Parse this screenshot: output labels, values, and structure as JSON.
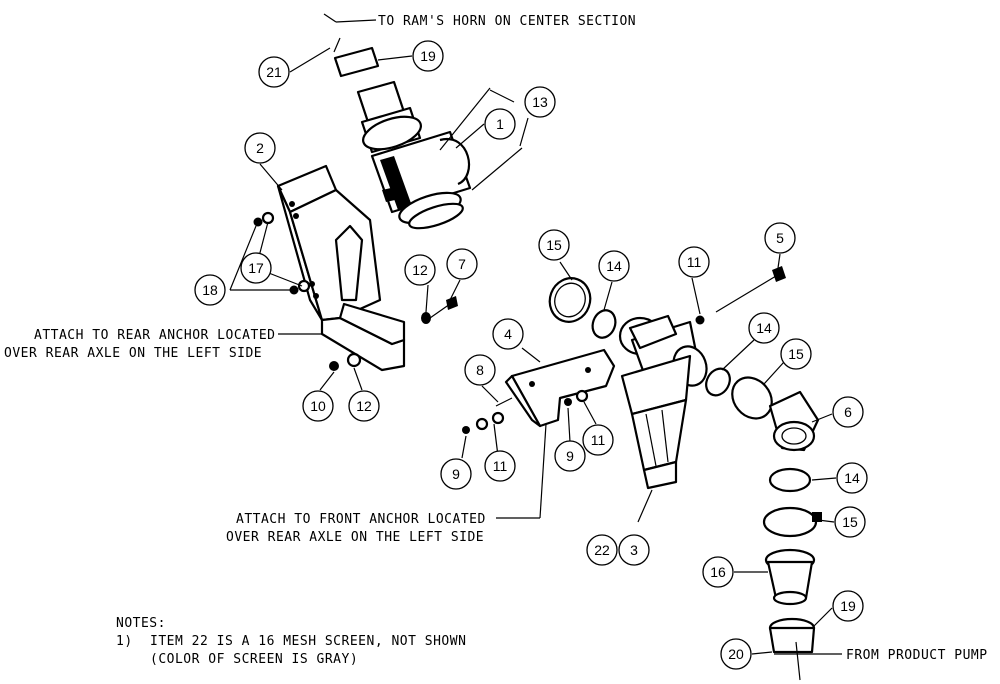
{
  "labels": {
    "rams_horn": "TO RAM'S HORN ON CENTER SECTION",
    "rear_anchor_1": "ATTACH TO REAR ANCHOR LOCATED",
    "rear_anchor_2": "OVER REAR AXLE ON THE LEFT SIDE",
    "front_anchor_1": "ATTACH TO FRONT ANCHOR LOCATED",
    "front_anchor_2": "OVER REAR AXLE ON THE LEFT SIDE",
    "product_pump": "FROM PRODUCT PUMP"
  },
  "notes": {
    "heading": "NOTES:",
    "item_1_number": "1)",
    "item_1_line_1": "ITEM 22 IS A 16 MESH SCREEN, NOT SHOWN",
    "item_1_line_2": "(COLOR OF SCREEN IS GRAY)"
  },
  "callouts": [
    "21",
    "19",
    "13",
    "1",
    "2",
    "18",
    "17",
    "12",
    "7",
    "10",
    "12",
    "15",
    "14",
    "11",
    "5",
    "4",
    "8",
    "9",
    "11",
    "9",
    "11",
    "14",
    "15",
    "6",
    "3",
    "22",
    "14",
    "15",
    "16",
    "19",
    "20"
  ]
}
